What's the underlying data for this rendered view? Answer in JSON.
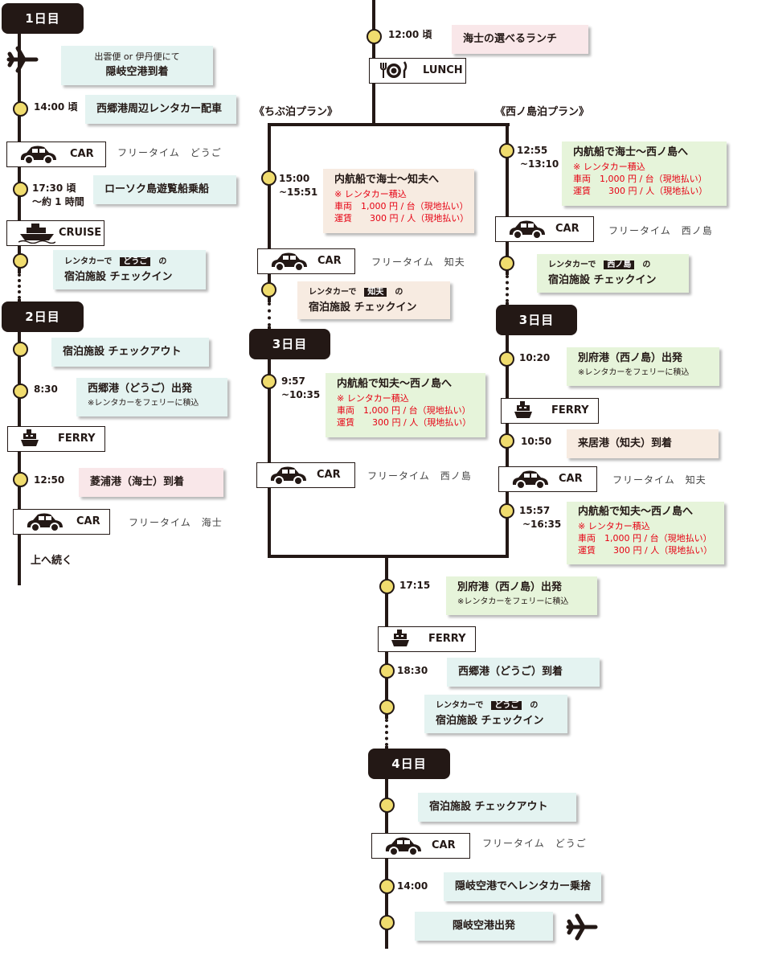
{
  "days": {
    "d1": "1日目",
    "d2": "2日目",
    "d3a": "3日目",
    "d3b": "3日目",
    "d4": "4日目"
  },
  "plans": {
    "chibu": "《ちぶ泊プラン》",
    "nishi": "《西ノ島泊プラン》"
  },
  "modes": {
    "car": "CAR",
    "cruise": "CRUISE",
    "ferry": "FERRY",
    "lunch": "LUNCH"
  },
  "free": {
    "dogo": "フリータイム　どうご",
    "ama": "フリータイム　海士",
    "chibu": "フリータイム　知夫",
    "nishi": "フリータイム　西ノ島",
    "nishi2": "フリータイム　西ノ島",
    "chibu2": "フリータイム　知夫",
    "dogo2": "フリータイム　どうご"
  },
  "day1": {
    "arrive_l1": "出雲便 or 伊丹便にて",
    "arrive_l2": "隠岐空港到着",
    "t1": "14:00 頃",
    "e1": "西郷港周辺レンタカー配車",
    "t2a": "17:30 頃",
    "t2b": "〜約 1 時間",
    "e2": "ローソク島遊覧船乗船",
    "check_pre": "レンタカーで",
    "check_place": "どうご",
    "check_post": "の",
    "check_l2": "宿泊施設 チェックイン"
  },
  "day2": {
    "checkout": "宿泊施設 チェックアウト",
    "t1": "8:30",
    "e1": "西郷港（どうご）出発",
    "e1_note": "※レンタカーをフェリーに積込",
    "t2": "12:50",
    "e2": "菱浦港（海士）到着",
    "continue": "上へ続く",
    "t3": "12:00 頃",
    "e3": "海士の選べるランチ"
  },
  "chibu_plan": {
    "t1a": "15:00",
    "t1b": "~15:51",
    "e1": "内航船で海士〜知夫へ",
    "e1_n1": "※ レンタカー積込",
    "e1_n2": "車両　1,000 円 / 台（現地払い）",
    "e1_n3": "運賃　　300 円 / 人（現地払い）",
    "check_pre": "レンタカーで",
    "check_place": "知夫",
    "check_post": "の",
    "check_l2": "宿泊施設 チェックイン",
    "t2a": "9:57",
    "t2b": "~10:35",
    "e2": "内航船で知夫〜西ノ島へ",
    "e2_n1": "※ レンタカー積込",
    "e2_n2": "車両　1,000 円 / 台（現地払い）",
    "e2_n3": "運賃　　300 円 / 人（現地払い）"
  },
  "nishi_plan": {
    "t1a": "12:55",
    "t1b": "~13:10",
    "e1": "内航船で海士〜西ノ島へ",
    "e1_n1": "※ レンタカー積込",
    "e1_n2": "車両　1,000 円 / 台（現地払い）",
    "e1_n3": "運賃　　300 円 / 人（現地払い）",
    "check_pre": "レンタカーで",
    "check_place": "西ノ島",
    "check_post": "の",
    "check_l2": "宿泊施設 チェックイン",
    "t2": "10:20",
    "e2": "別府港（西ノ島）出発",
    "e2_note": "※レンタカーをフェリーに積込",
    "t3": "10:50",
    "e3": "来居港（知夫）到着",
    "t4a": "15:57",
    "t4b": "~16:35",
    "e4": "内航船で知夫〜西ノ島へ",
    "e4_n1": "※ レンタカー積込",
    "e4_n2": "車両　1,000 円 / 台（現地払い）",
    "e4_n3": "運賃　　300 円 / 人（現地払い）"
  },
  "merge": {
    "t1": "17:15",
    "e1": "別府港（西ノ島）出発",
    "e1_note": "※レンタカーをフェリーに積込",
    "t2": "18:30",
    "e2": "西郷港（どうご）到着",
    "check_pre": "レンタカーで",
    "check_place": "どうご",
    "check_post": "の",
    "check_l2": "宿泊施設 チェックイン"
  },
  "day4": {
    "checkout": "宿泊施設 チェックアウト",
    "t1": "14:00",
    "e1": "隠岐空港でへレンタカー乗捨",
    "e2": "隠岐空港出発"
  },
  "colors": {
    "dark": "#231815",
    "dot": "#f0dc6e",
    "blue": "#e4f3f1",
    "pink": "#f9e7e9",
    "beige": "#f7ebe1",
    "green": "#e6f4da",
    "red": "#e60012"
  }
}
